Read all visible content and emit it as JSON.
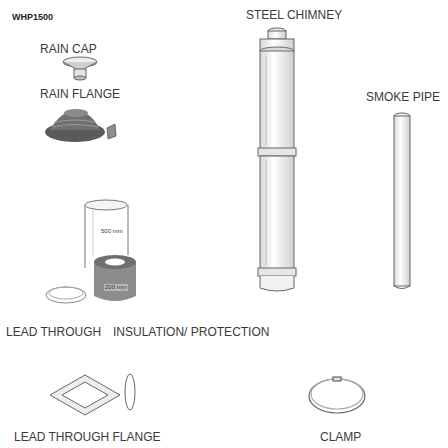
{
  "diagram": {
    "title": "WHP1500",
    "labels": [
      "STEEL CHIMNEY",
      "RAIN CAP",
      "SMOKE PIPE",
      "RAIN FLANGE",
      "500 mm",
      "200 mm",
      "LEAD THROUGH",
      "INSULATION/ PROTECTION",
      "LEAD THROUGH FLANGE",
      "CLAMP"
    ]
  }
}
